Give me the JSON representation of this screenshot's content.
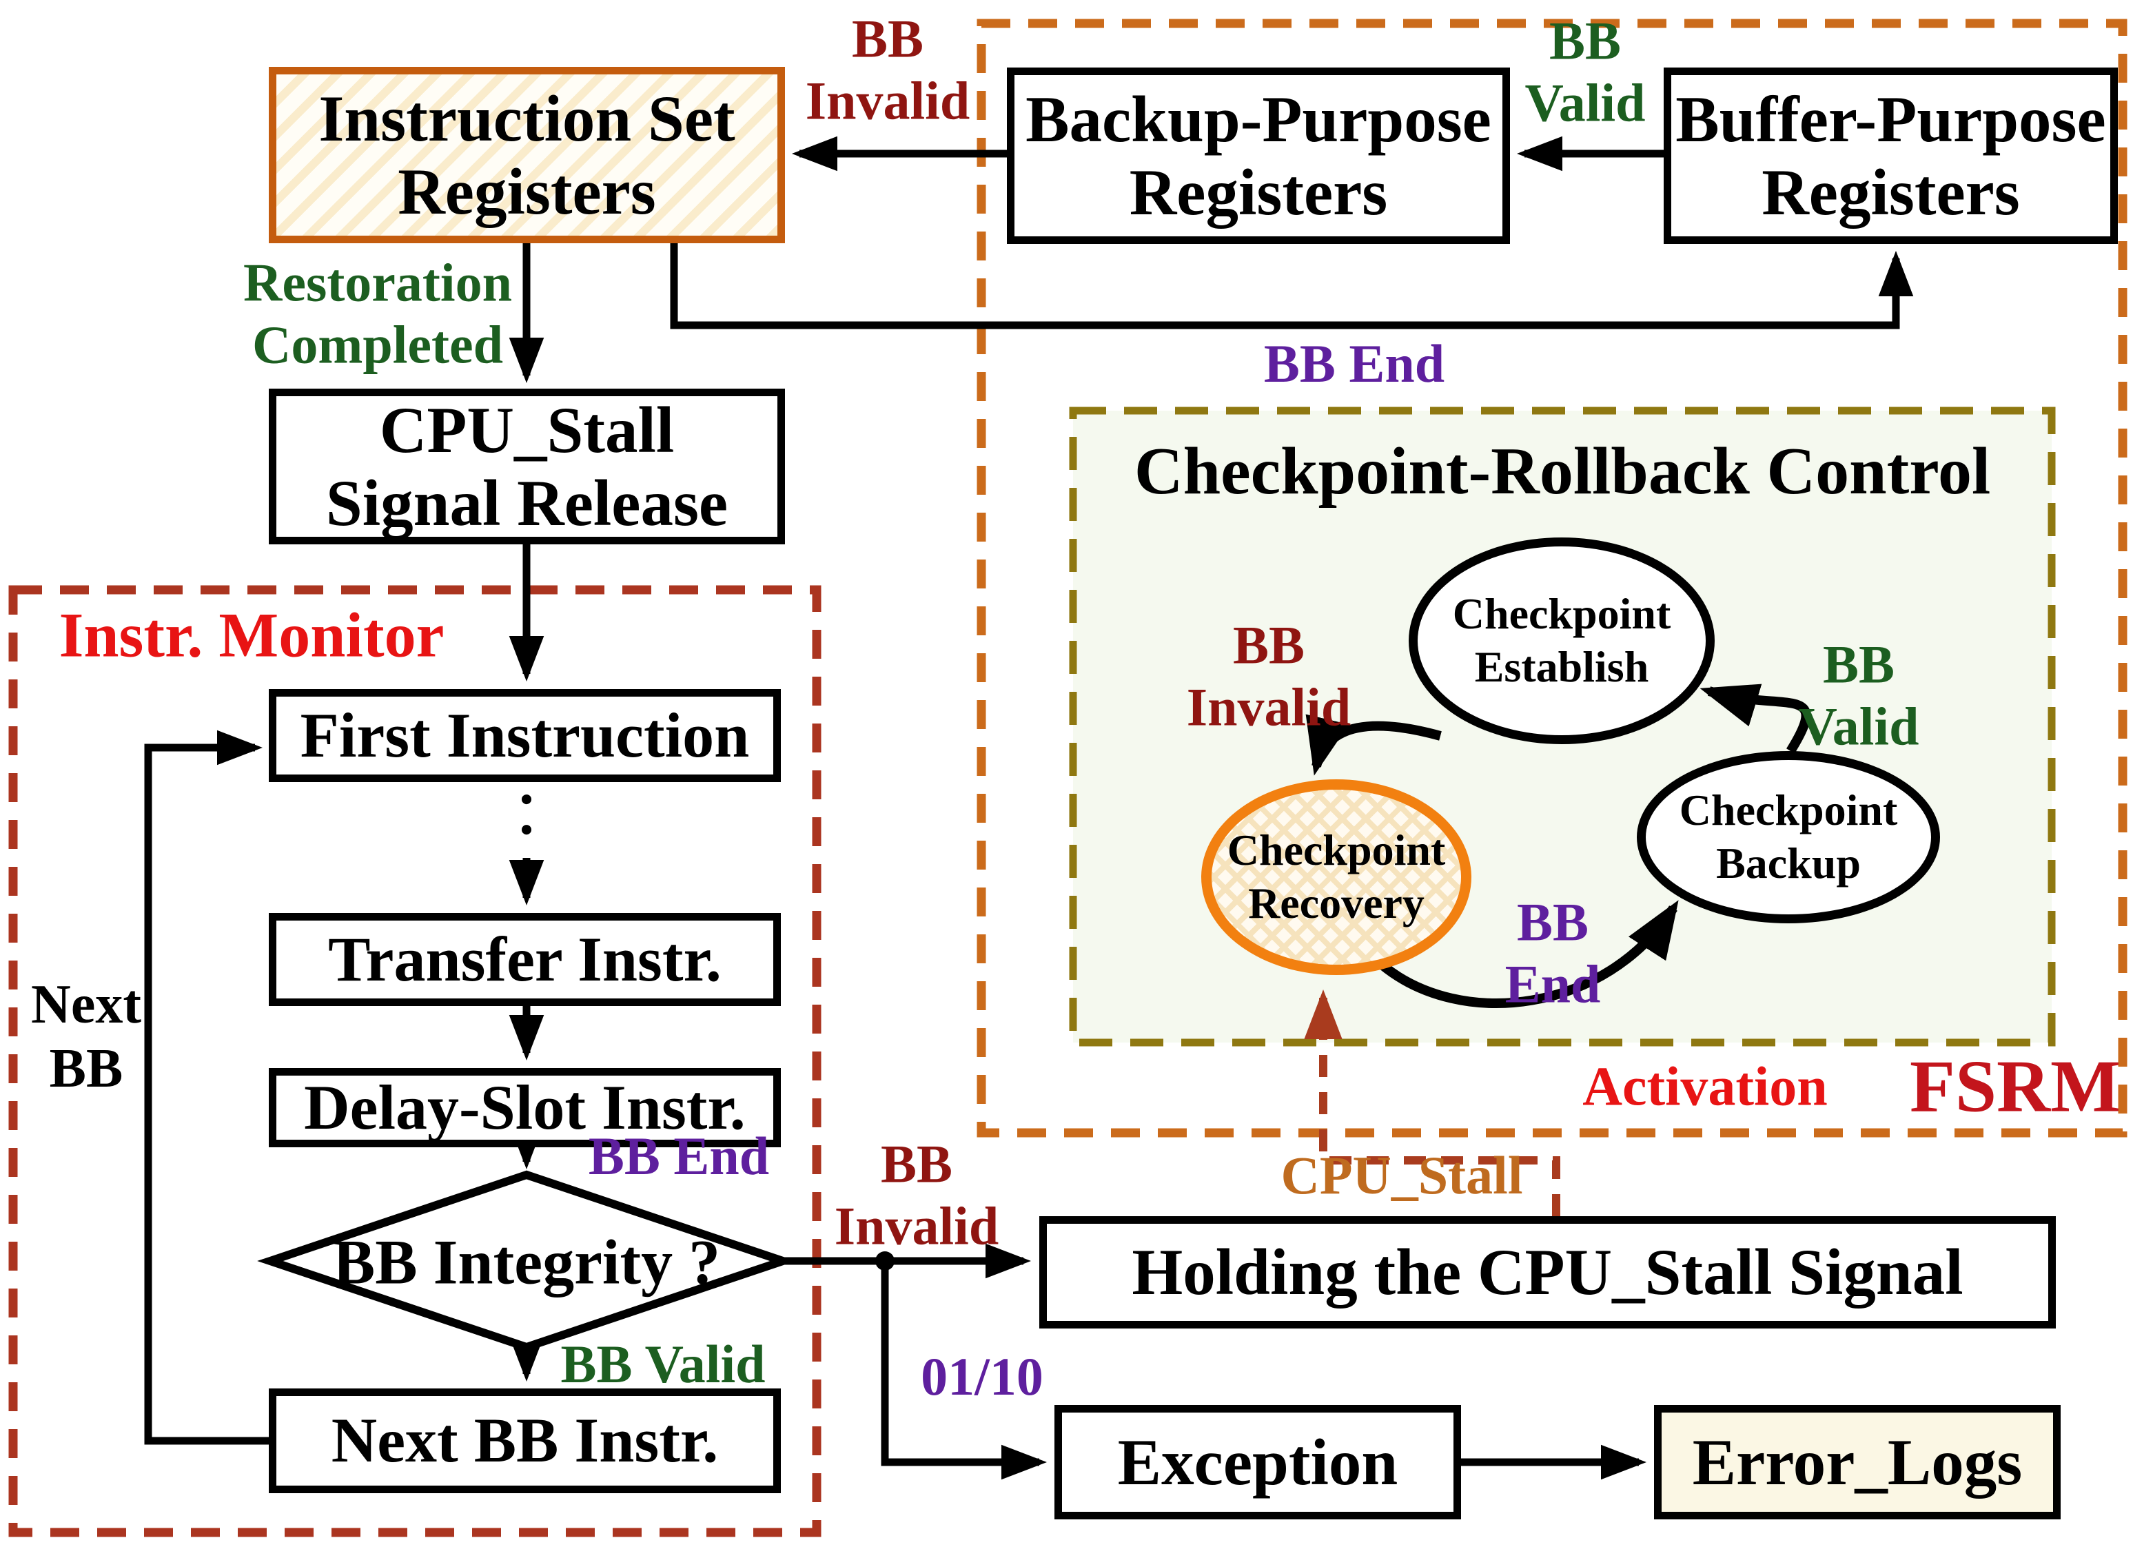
{
  "regions": {
    "fsrm": "FSRM",
    "monitor": "Instr. Monitor",
    "crc_title": "Checkpoint-Rollback Control"
  },
  "nodes": {
    "isr": {
      "line1": "Instruction Set",
      "line2": "Registers"
    },
    "backup_registers": {
      "line1": "Backup-Purpose",
      "line2": "Registers"
    },
    "buffer_registers": {
      "line1": "Buffer-Purpose",
      "line2": "Registers"
    },
    "cpu_release": {
      "line1": "CPU_Stall",
      "line2": "Signal Release"
    },
    "first_instruction": "First Instruction",
    "transfer_instr": "Transfer Instr.",
    "delay_slot_instr": "Delay-Slot Instr.",
    "bb_integrity": "BB Integrity ?",
    "next_bb_instr": "Next BB Instr.",
    "holding": "Holding the CPU_Stall Signal",
    "exception": "Exception",
    "error_logs": "Error_Logs"
  },
  "states": {
    "establish": {
      "line1": "Checkpoint",
      "line2": "Establish"
    },
    "recovery": {
      "line1": "Checkpoint",
      "line2": "Recovery"
    },
    "backup": {
      "line1": "Checkpoint",
      "line2": "Backup"
    }
  },
  "labels": {
    "bb_invalid_top": {
      "line1": "BB",
      "line2": "Invalid"
    },
    "bb_valid_top": {
      "line1": "BB",
      "line2": "Valid"
    },
    "bb_end_top": "BB End",
    "restoration": {
      "line1": "Restoration",
      "line2": "Completed"
    },
    "next_bb": {
      "line1": "Next",
      "line2": "BB"
    },
    "bb_end_mid": "BB End",
    "bb_valid_mid": "BB Valid",
    "bb_invalid_bottom": {
      "line1": "BB",
      "line2": "Invalid"
    },
    "exception_code": "01/10",
    "cpu_stall": "CPU_Stall",
    "activation": "Activation",
    "crc_bb_invalid": {
      "line1": "BB",
      "line2": "Invalid"
    },
    "crc_bb_valid": {
      "line1": "BB",
      "line2": "Valid"
    },
    "crc_bb_end": {
      "line1": "BB",
      "line2": "End"
    }
  },
  "colors": {
    "accent_orange_box": "#c45c0e",
    "fsrm_dash": "#cb6b1b",
    "monitor_dash": "#ab3520",
    "crc_dash": "#8f7811",
    "crc_fill": "#f5f9ef",
    "dark_red": "#8f1511",
    "dark_green": "#1c5e20",
    "purple": "#5e1f9e",
    "bright_red": "#e81414",
    "fsrm_red": "#c3151c",
    "orange_label": "#bf6b1f",
    "activation_dash": "#a93b1e",
    "recovery_border": "#f28010",
    "error_fill": "#fbf7e4"
  }
}
